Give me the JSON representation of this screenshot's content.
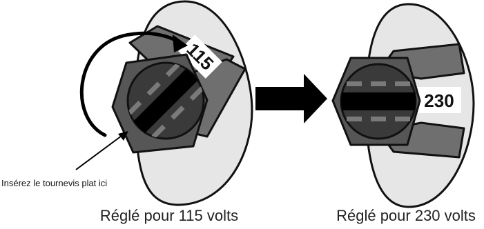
{
  "left_panel": {
    "voltage_label": "115",
    "caption": "Réglé pour 115 volts",
    "callout": "Insérez le tournevis plat ici"
  },
  "right_panel": {
    "voltage_label": "230",
    "caption": "Réglé pour 230 volts"
  },
  "colors": {
    "plate": "#e6e6e6",
    "fin": "#6f6f6f",
    "hex_outer": "#565656",
    "hex_inner": "#3a3a3a",
    "slot_black": "#000000",
    "dash": "#7a7a7a",
    "outline": "#111111"
  }
}
